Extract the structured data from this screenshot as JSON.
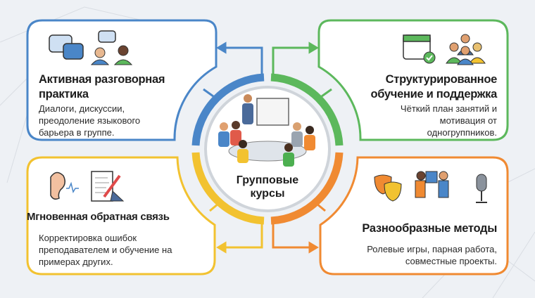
{
  "center": {
    "title": "Групповые курсы"
  },
  "cards": [
    {
      "id": "speaking",
      "title": "Активная разговорная практика",
      "description": "Диалоги, дискуссии, преодоление языкового барьера в группе.",
      "color": "#4a86c8",
      "icons": [
        "chat-bubbles-icon",
        "people-talking-icon"
      ]
    },
    {
      "id": "structured",
      "title": "Структурированное обучение и поддержка",
      "description": "Чёткий план занятий и мотивация от одногруппников.",
      "color": "#5cb85c",
      "icons": [
        "calendar-check-icon",
        "cheering-group-icon"
      ]
    },
    {
      "id": "feedback",
      "title": "Мгновенная обратная связь",
      "description": "Корректировка ошибок преподавателем и обучение на примерах других.",
      "color": "#f2c230",
      "icons": [
        "ear-icon",
        "document-pen-icon"
      ]
    },
    {
      "id": "methods",
      "title": "Разнообразные методы",
      "description": "Ролевые игры, парная работа, совместные проекты.",
      "color": "#f08a32",
      "icons": [
        "theater-masks-icon",
        "handshake-puzzle-icon",
        "microphone-icon"
      ]
    }
  ]
}
